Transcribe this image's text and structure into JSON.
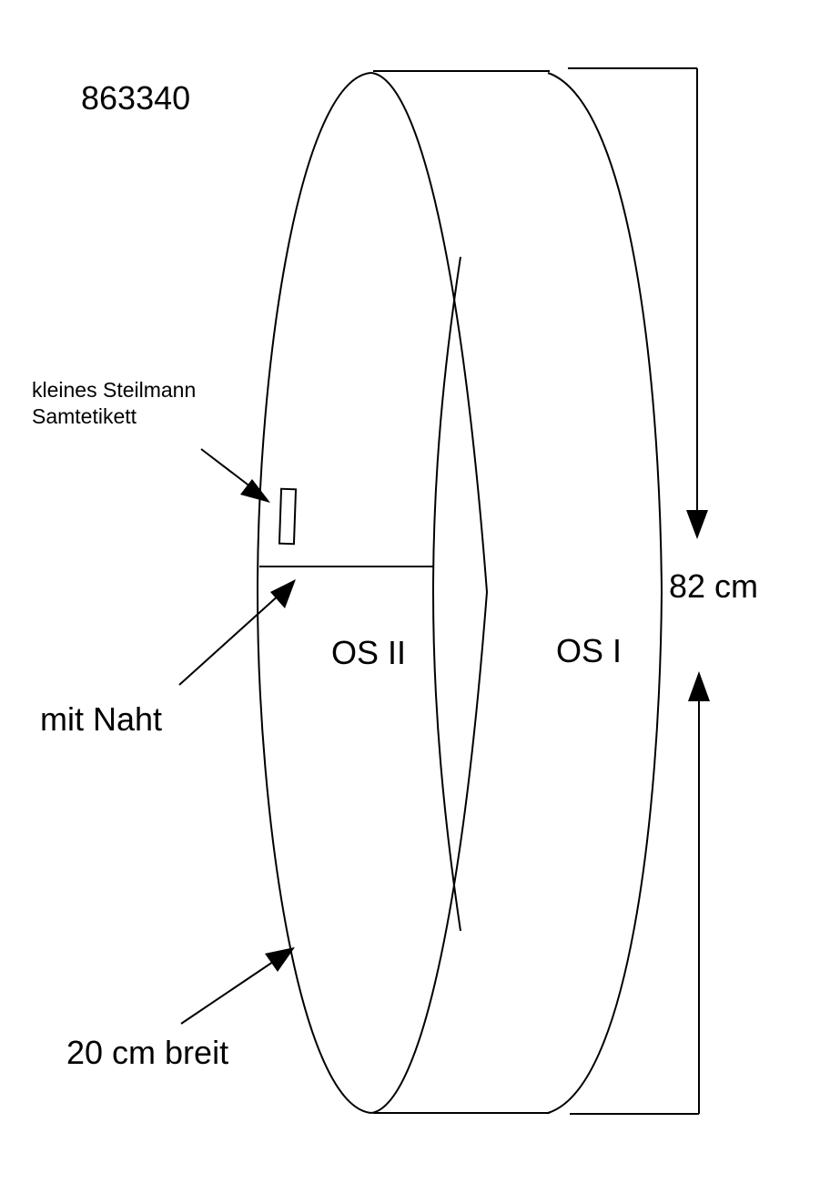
{
  "labels": {
    "article_number": "863340",
    "velvet_label_line1": "kleines Steilmann",
    "velvet_label_line2": "Samtetikett",
    "seam": "mit Naht",
    "inner_part": "OS II",
    "outer_part": "OS I",
    "height": "82 cm",
    "width": "20 cm breit"
  },
  "colors": {
    "line": "#000000",
    "background": "#ffffff"
  }
}
